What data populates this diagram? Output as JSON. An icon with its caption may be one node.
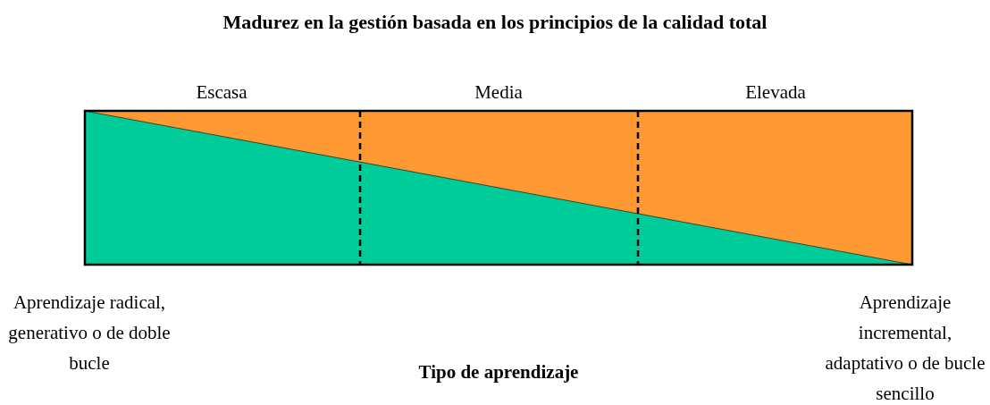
{
  "diagram": {
    "title": "Madurez en la gestión basada en los principios de la calidad total",
    "labels": [
      "Escasa",
      "Media",
      "Elevada",
      "Aprendizaje radical, generativo o de doble bucle",
      "Tipo de aprendizaje",
      "Aprendizaje incremental, adaptativo o de bucle sencillo"
    ]
  }
}
